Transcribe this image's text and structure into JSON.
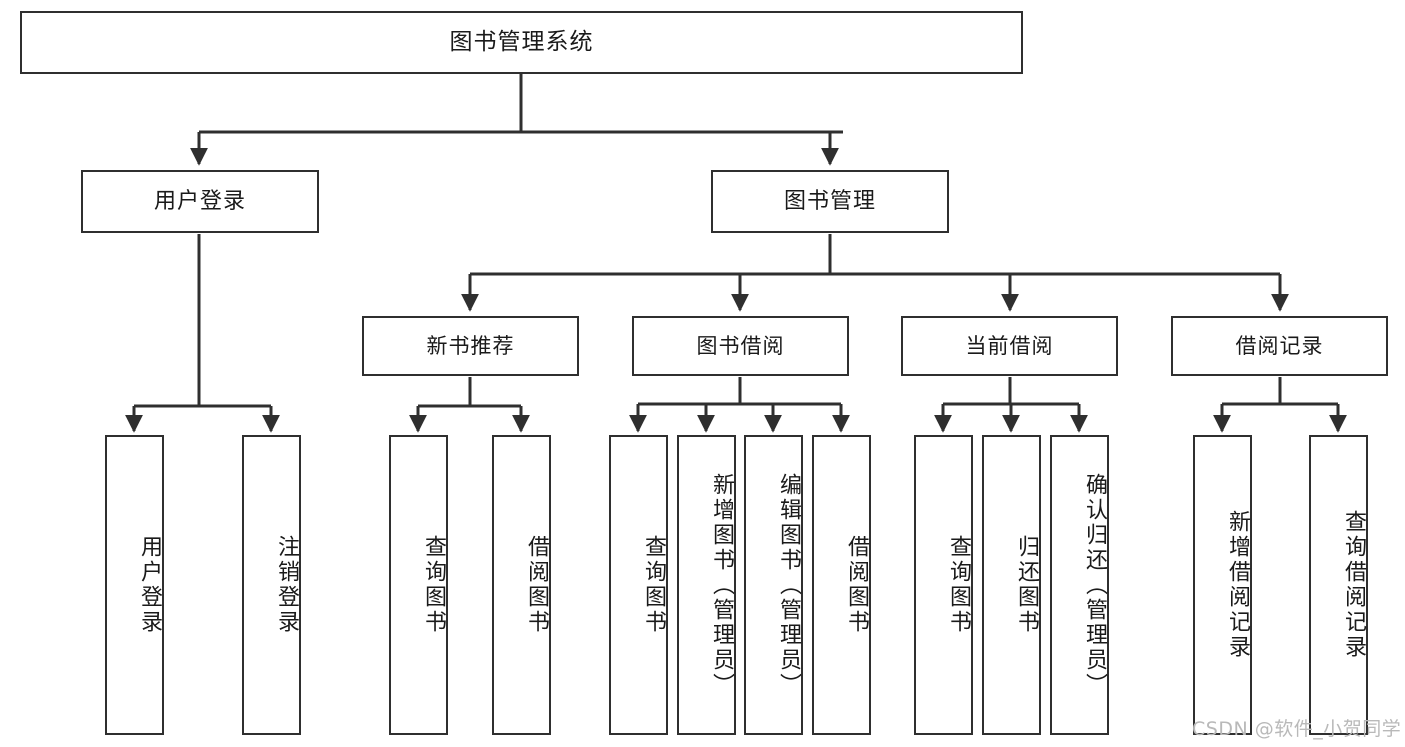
{
  "diagram": {
    "title": "图书管理系统",
    "type": "功能结构图",
    "root": {
      "id": "root",
      "label": "图书管理系统"
    },
    "level2": [
      {
        "id": "user-login",
        "label": "用户登录"
      },
      {
        "id": "book-management",
        "label": "图书管理"
      }
    ],
    "level3": [
      {
        "id": "new-book-recommend",
        "label": "新书推荐"
      },
      {
        "id": "book-borrow",
        "label": "图书借阅"
      },
      {
        "id": "current-borrow",
        "label": "当前借阅"
      },
      {
        "id": "borrow-record",
        "label": "借阅记录"
      }
    ],
    "leaves": [
      {
        "id": "leaf-user-login",
        "label": "用户登录",
        "parent": "user-login"
      },
      {
        "id": "leaf-logout-login",
        "label": "注销登录",
        "parent": "user-login"
      },
      {
        "id": "leaf-query-book-1",
        "label": "查询图书",
        "parent": "new-book-recommend"
      },
      {
        "id": "leaf-borrow-book-1",
        "label": "借阅图书",
        "parent": "new-book-recommend"
      },
      {
        "id": "leaf-query-book-2",
        "label": "查询图书",
        "parent": "book-borrow"
      },
      {
        "id": "leaf-add-book",
        "label": "新增图书（管理员）",
        "parent": "book-borrow"
      },
      {
        "id": "leaf-edit-book",
        "label": "编辑图书（管理员）",
        "parent": "book-borrow"
      },
      {
        "id": "leaf-borrow-book-2",
        "label": "借阅图书",
        "parent": "book-borrow"
      },
      {
        "id": "leaf-query-book-3",
        "label": "查询图书",
        "parent": "current-borrow"
      },
      {
        "id": "leaf-return-book",
        "label": "归还图书",
        "parent": "current-borrow"
      },
      {
        "id": "leaf-confirm-return",
        "label": "确认归还（管理员）",
        "parent": "current-borrow"
      },
      {
        "id": "leaf-add-record",
        "label": "新增借阅记录",
        "parent": "borrow-record"
      },
      {
        "id": "leaf-query-record",
        "label": "查询借阅记录",
        "parent": "borrow-record"
      }
    ]
  },
  "watermark": {
    "text": "CSDN @软件_小贺同学"
  },
  "colors": {
    "stroke": "#2f2f2f",
    "fill": "#ffffff",
    "text": "#1a1a1a",
    "watermark": "#b9b9b9"
  }
}
